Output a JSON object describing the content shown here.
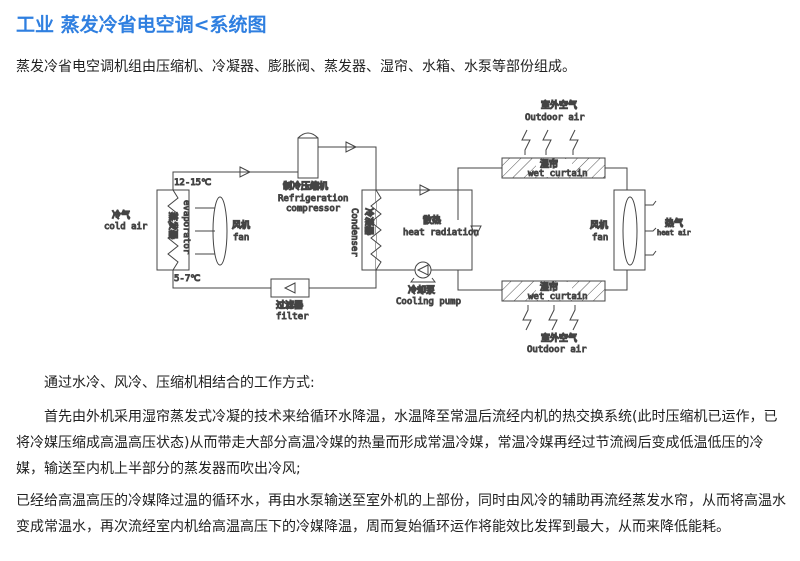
{
  "title": "工业 蒸发冷省电空调<系统图",
  "intro": "蒸发冷省电空调机组由压缩机、冷凝器、膨胀阀、蒸发器、湿帘、水箱、水泵等部份组成。",
  "diagram": {
    "temp_high": "12-15℃",
    "temp_low": "5-7℃",
    "cold_air_cn": "冷气",
    "cold_air_en": "cold air",
    "evaporator_cn": "蒸发器",
    "evaporator_en": "evaporator",
    "fan_cn": "风机",
    "fan_en": "fan",
    "compressor_cn": "制冷压缩机",
    "compressor_en1": "Refrigeration",
    "compressor_en2": "compressor",
    "condenser_cn": "冷凝器",
    "condenser_en": "Condenser",
    "heat_radiation_cn": "散热",
    "heat_radiation_en": "heat radiation",
    "pump_cn": "冷却泵",
    "pump_en": "Cooling pump",
    "filter_cn": "过滤器",
    "filter_en": "filter",
    "outdoor_air_cn": "室外空气",
    "outdoor_air_en": "Outdoor air",
    "wet_curtain_cn": "湿帘",
    "wet_curtain_en": "wet curtain",
    "fan2_cn": "风机",
    "fan2_en": "fan",
    "heat_air_cn": "热气",
    "heat_air_en": "heat air"
  },
  "paragraphs": [
    "通过水冷、风冷、压缩机相结合的工作方式:",
    "首先由外机采用湿帘蒸发式冷凝的技术来给循环水降温，水温降至常温后流经内机的热交换系统(此时压缩机已运作，已将冷媒压缩成高温高压状态)从而带走大部分高温冷媒的热量而形成常温冷媒，常温冷媒再经过节流阀后变成低温低压的冷媒，输送至内机上半部分的蒸发器而吹出冷风;",
    "已经给高温高压的冷媒降过温的循环水，再由水泵输送至室外机的上部份，同时由风冷的辅助再流经蒸发水帘，从而将高温水变成常温水，再次流经室内机给高温高压下的冷媒降温，周而复始循环运作将能效比发挥到最大，从而来降低能耗。"
  ],
  "colors": {
    "title": "#2f7fe0",
    "text": "#222222"
  }
}
